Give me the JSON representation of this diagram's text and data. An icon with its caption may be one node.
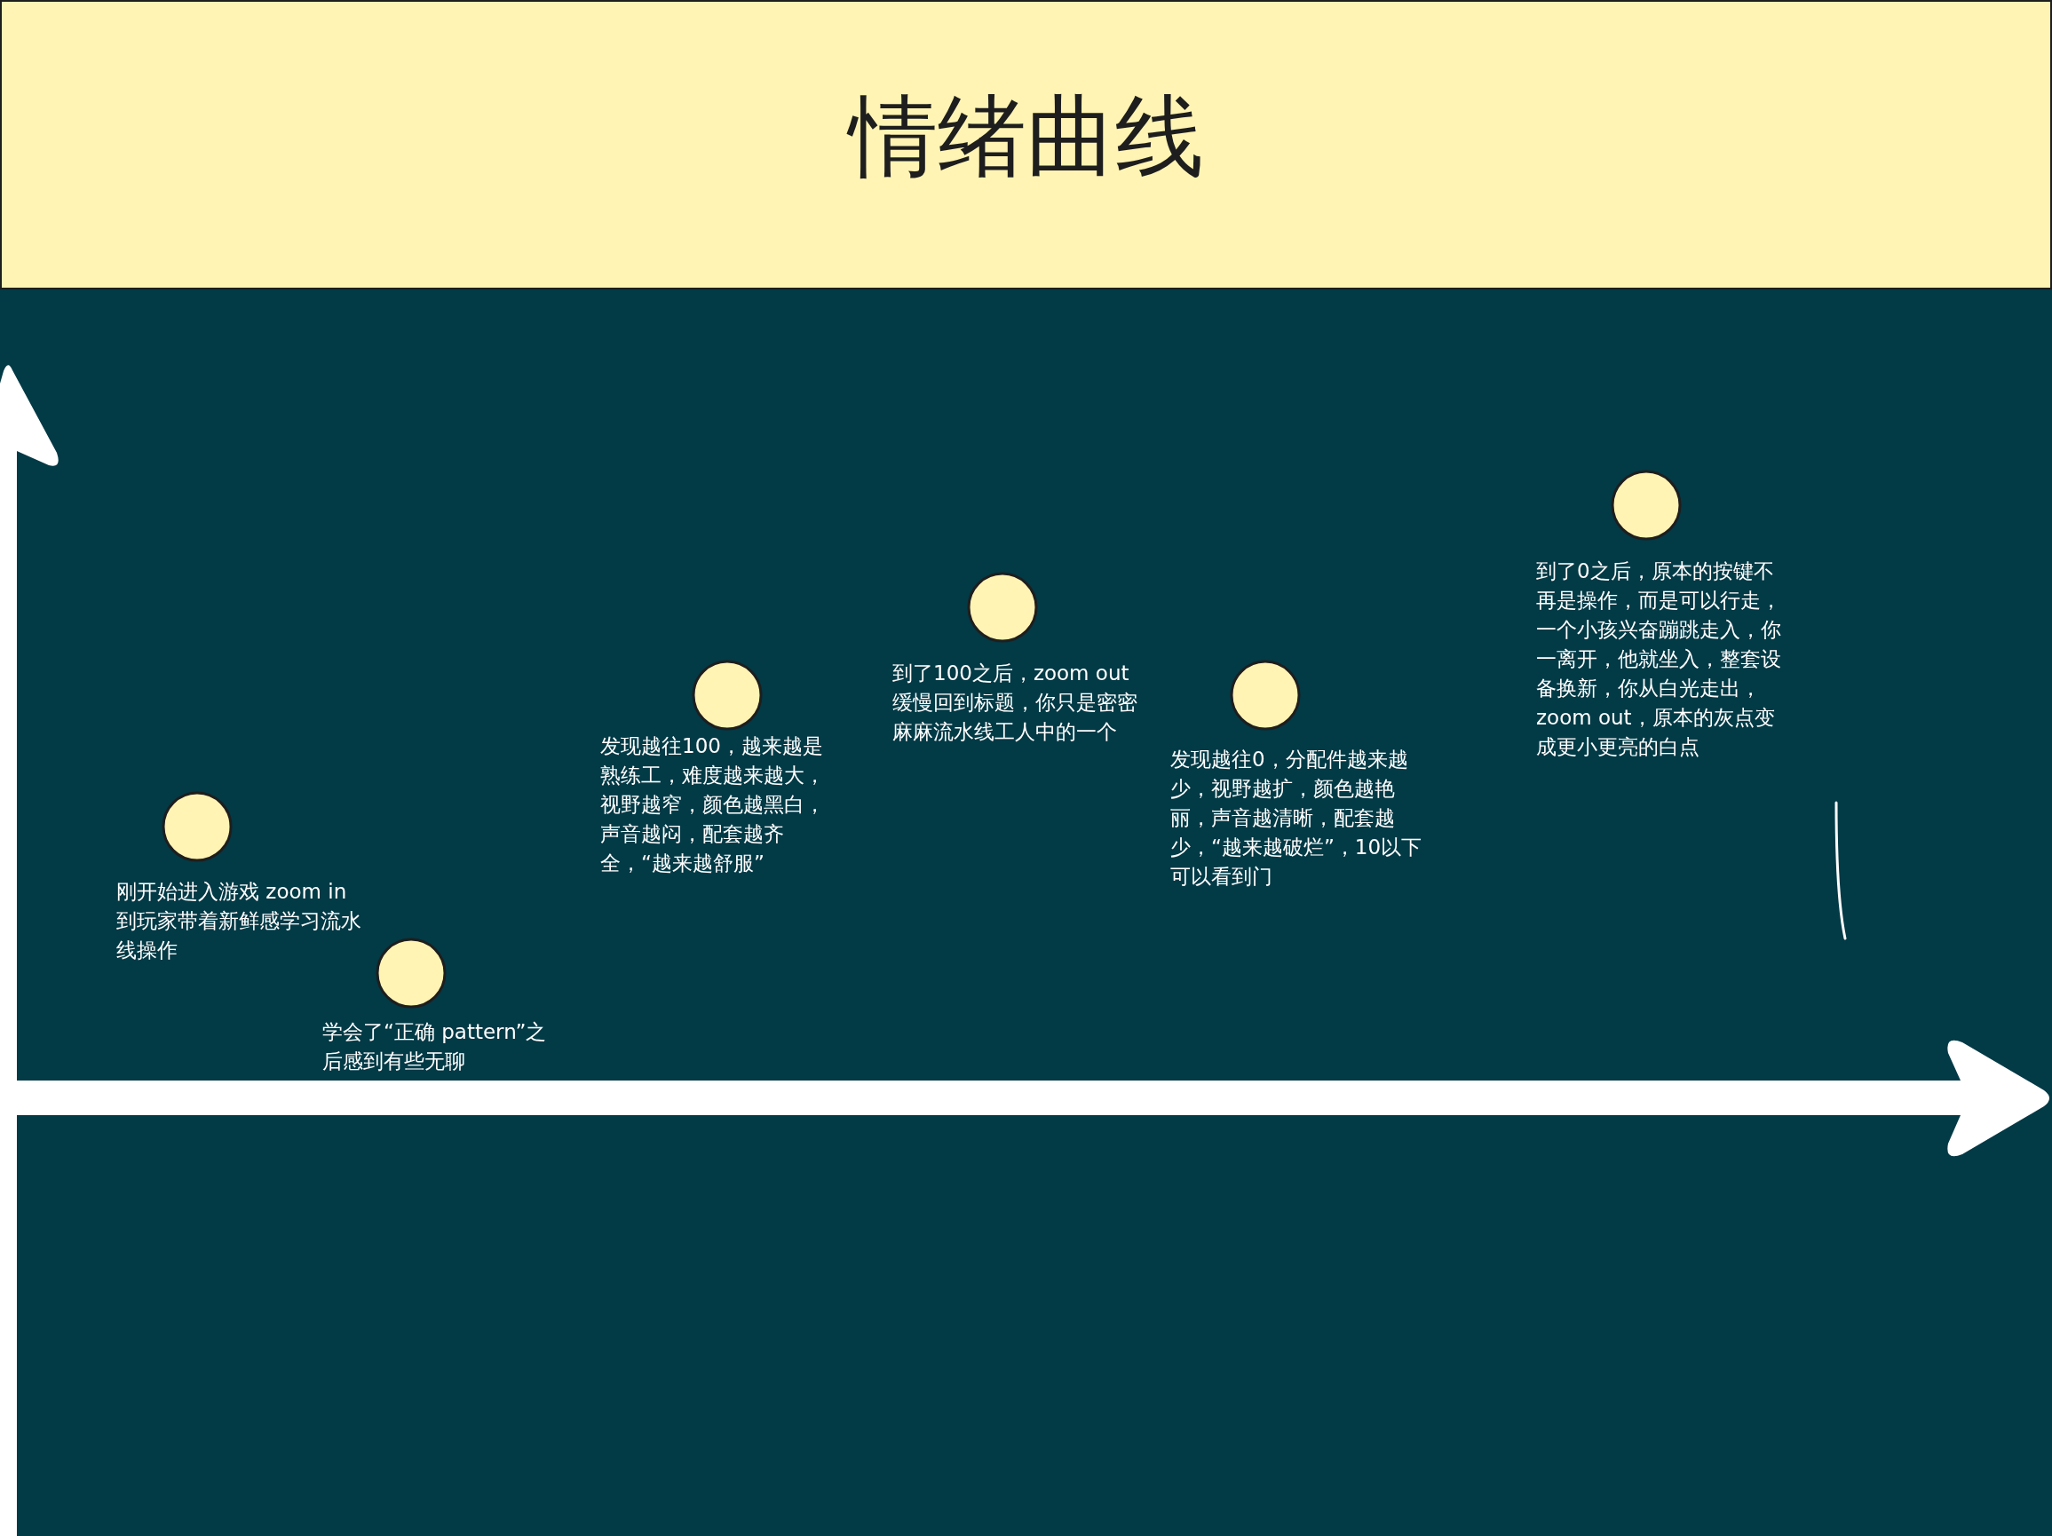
{
  "diagram": {
    "title": "情绪曲线",
    "nodes": [
      {
        "text": [],
        "shape": "circle",
        "beside": [
          "刚开始进入游戏 zoom in 到玩家带着新鲜感学习流水线操作"
        ]
      },
      {
        "text": [],
        "shape": "circle",
        "beside": [
          "学会了“正确 pattern”之后感到有些无聊"
        ]
      },
      {
        "text": [],
        "shape": "circle",
        "beside": [
          "发现越往100，越来越是熟练工，难度越来越大，视野越窄，颜色越黑白，声音越闷，配套越齐全，“越来越舒服”"
        ]
      },
      {
        "text": [],
        "shape": "circle",
        "beside": [
          "到了100之后，zoom out 缓慢回到标题，你只是密密麻麻流水线工人中的一个"
        ]
      },
      {
        "text": [],
        "shape": "circle",
        "beside": [
          "发现越往0，分配件越来越少，视野越扩，颜色越艳丽，声音越清晰，配套越少，“越来越破烂”，10以下可以看到门"
        ]
      },
      {
        "text": [],
        "shape": "circle",
        "beside": [
          "到了0之后，原本的按键不再是操作，而是可以行走，一个小孩兴奋蹦跳走入，你一离开，他就坐入，整套设备换新，你从白光走出，zoom out，原本的灰点变成更小更亮的白点"
        ]
      }
    ]
  }
}
